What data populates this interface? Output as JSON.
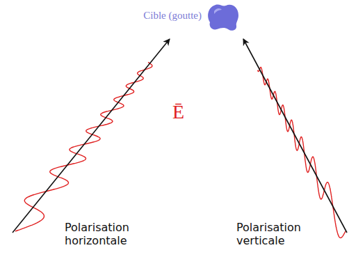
{
  "diagram": {
    "nodes": [
      {
        "text": [
          "Cible (goutte)"
        ]
      }
    ],
    "labels": [
      "Ē",
      "Polarisation horizontale",
      "Polarisation verticale"
    ]
  }
}
